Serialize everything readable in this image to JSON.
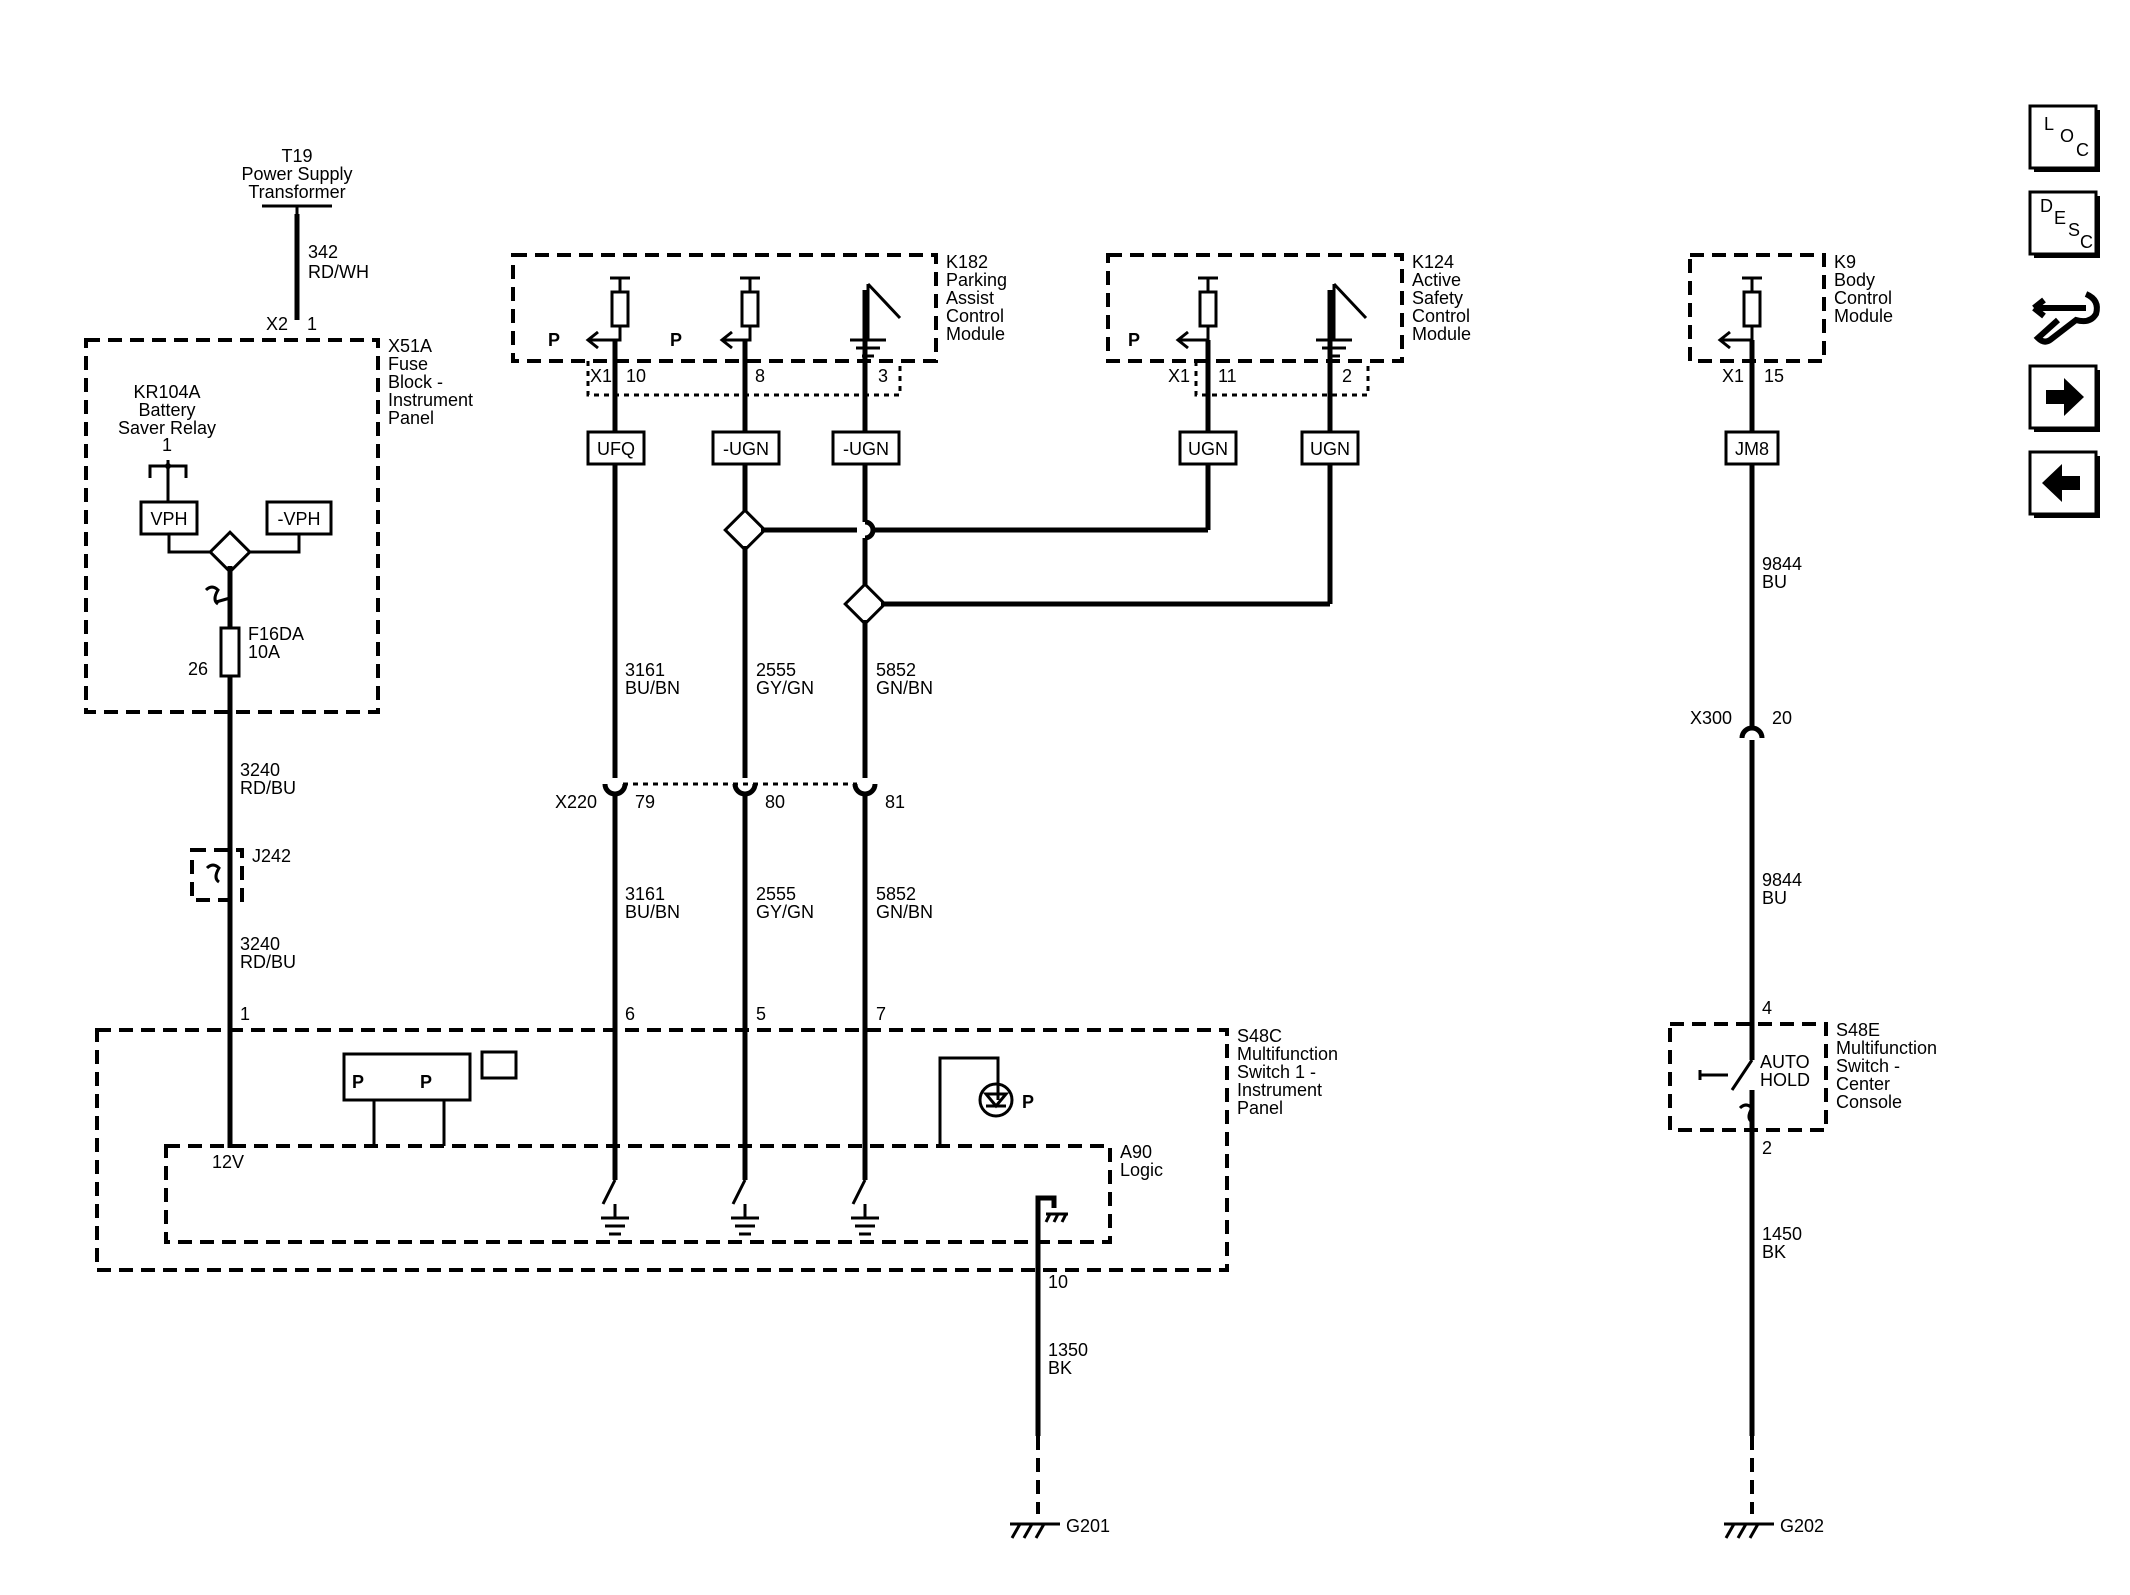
{
  "components": {
    "t19": {
      "id": "T19",
      "name": [
        "Power Supply",
        "Transformer"
      ]
    },
    "x51a": {
      "id": "X51A",
      "name": [
        "Fuse",
        "Block -",
        "Instrument",
        "Panel"
      ]
    },
    "kr104a": {
      "id": "KR104A",
      "name": [
        "Battery",
        "Saver Relay"
      ],
      "pin": "1"
    },
    "f16da": {
      "id": "F16DA",
      "rating": "10A",
      "pin": "26"
    },
    "j242": {
      "id": "J242"
    },
    "k182": {
      "id": "K182",
      "name": [
        "Parking",
        "Assist",
        "Control",
        "Module"
      ]
    },
    "k124": {
      "id": "K124",
      "name": [
        "Active",
        "Safety",
        "Control",
        "Module"
      ]
    },
    "k9": {
      "id": "K9",
      "name": [
        "Body",
        "Control",
        "Module"
      ]
    },
    "s48c": {
      "id": "S48C",
      "name": [
        "Multifunction",
        "Switch 1 -",
        "Instrument",
        "Panel"
      ]
    },
    "a90": {
      "id": "A90",
      "name": [
        "Logic"
      ],
      "supply": "12V"
    },
    "s48e": {
      "id": "S48E",
      "name": [
        "Multifunction",
        "Switch -",
        "Center",
        "Console"
      ],
      "switch_label": [
        "AUTO",
        "HOLD"
      ]
    },
    "g201": {
      "id": "G201"
    },
    "g202": {
      "id": "G202"
    }
  },
  "connectors": {
    "x2": {
      "id": "X2",
      "pin": "1"
    },
    "k182_x1": {
      "id": "X1",
      "pins": [
        "10",
        "8",
        "3"
      ]
    },
    "k124_x1": {
      "id": "X1",
      "pins": [
        "11",
        "2"
      ]
    },
    "k9_x1": {
      "id": "X1",
      "pins": [
        "15"
      ]
    },
    "x220": {
      "id": "X220",
      "pins": [
        "79",
        "80",
        "81"
      ]
    },
    "x300": {
      "id": "X300",
      "pin": "20"
    },
    "s48c_pins": [
      "1",
      "6",
      "5",
      "7"
    ],
    "a90_ground_pin": "10",
    "s48e_pins": [
      "4",
      "2"
    ]
  },
  "signals": {
    "vph": "VPH",
    "neg_vph": "-VPH",
    "ufq": "UFQ",
    "neg_ugn_1": "-UGN",
    "neg_ugn_2": "-UGN",
    "ugn_1": "UGN",
    "ugn_2": "UGN",
    "jm8": "JM8"
  },
  "wires": {
    "w342": {
      "circuit": "342",
      "color": "RD/WH"
    },
    "w3240a": {
      "circuit": "3240",
      "color": "RD/BU"
    },
    "w3240b": {
      "circuit": "3240",
      "color": "RD/BU"
    },
    "w3161a": {
      "circuit": "3161",
      "color": "BU/BN"
    },
    "w3161b": {
      "circuit": "3161",
      "color": "BU/BN"
    },
    "w2555a": {
      "circuit": "2555",
      "color": "GY/GN"
    },
    "w2555b": {
      "circuit": "2555",
      "color": "GY/GN"
    },
    "w5852a": {
      "circuit": "5852",
      "color": "GN/BN"
    },
    "w5852b": {
      "circuit": "5852",
      "color": "GN/BN"
    },
    "w9844a": {
      "circuit": "9844",
      "color": "BU"
    },
    "w9844b": {
      "circuit": "9844",
      "color": "BU"
    },
    "w1350": {
      "circuit": "1350",
      "color": "BK"
    },
    "w1450": {
      "circuit": "1450",
      "color": "BK"
    }
  },
  "nav": {
    "loc": [
      "L",
      "O",
      "C"
    ],
    "desc": [
      "D",
      "E",
      "S",
      "C"
    ],
    "connector_icon": "connector-wrench-icon",
    "next_icon": "arrow-right-icon",
    "prev_icon": "arrow-left-icon"
  }
}
